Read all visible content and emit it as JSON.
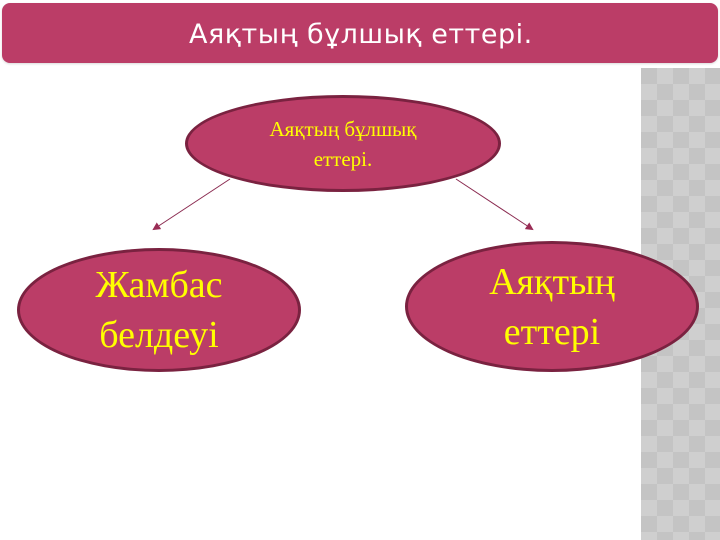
{
  "slide": {
    "title": "Аяқтың бұлшық еттері.",
    "colors": {
      "accent": "#bb3d67",
      "ellipse_border": "#7a2240",
      "node_text": "#ffff00",
      "title_text": "#ffffff",
      "pattern": "#c4c4c4"
    }
  },
  "diagram": {
    "root": {
      "line1": "Аяқтың бұлшық",
      "line2": "еттері."
    },
    "children": [
      {
        "line1": "Жамбас",
        "line2": "белдеуі"
      },
      {
        "line1": "Аяқтың",
        "line2": "еттері"
      }
    ]
  }
}
